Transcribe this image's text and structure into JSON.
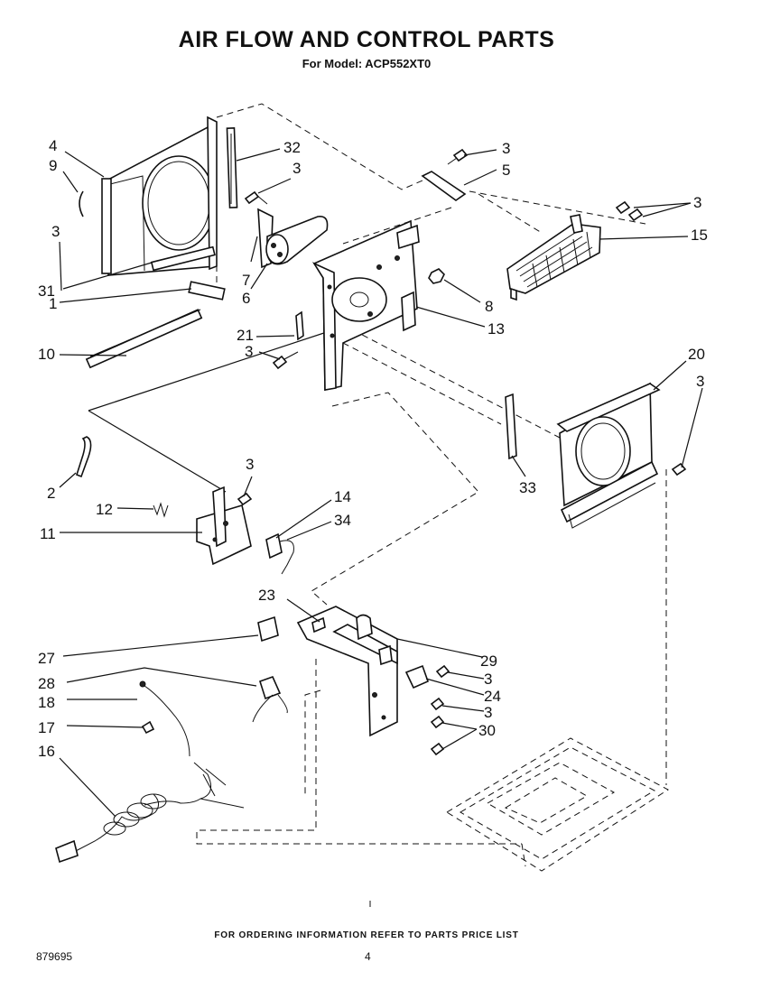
{
  "header": {
    "title": "AIR FLOW AND CONTROL PARTS",
    "subtitle": "For Model: ACP552XT0"
  },
  "footer": {
    "ordering_note": "FOR ORDERING INFORMATION REFER TO PARTS PRICE LIST",
    "document_number": "879695",
    "page_number": "4"
  },
  "callouts": {
    "c4": "4",
    "c9": "9",
    "c3a": "3",
    "c31": "31",
    "c1": "1",
    "c10": "10",
    "c32": "32",
    "c3b": "3",
    "c7": "7",
    "c6": "6",
    "c3c": "3",
    "c5": "5",
    "c3d": "3",
    "c15": "15",
    "c8": "8",
    "c13": "13",
    "c21": "21",
    "c3e": "3",
    "c20": "20",
    "c3f": "3",
    "c33": "33",
    "c2": "2",
    "c3g": "3",
    "c12": "12",
    "c11": "11",
    "c14": "14",
    "c34": "34",
    "c23": "23",
    "c27": "27",
    "c29": "29",
    "c3h": "3",
    "c28": "28",
    "c24": "24",
    "c18": "18",
    "c3i": "3",
    "c17": "17",
    "c30": "30",
    "c16": "16"
  }
}
